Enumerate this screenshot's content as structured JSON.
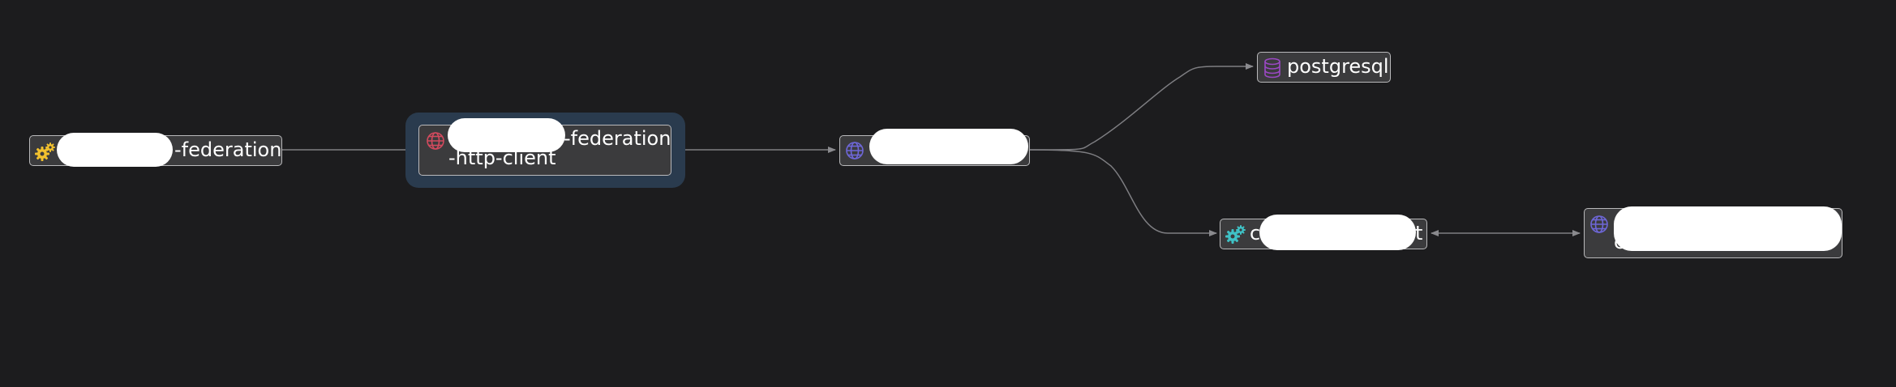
{
  "colors": {
    "background": "#1c1c1e",
    "node_fill": "#3b3b3d",
    "node_border": "#b9b9bb",
    "edge": "#7e7e82",
    "selection_halo": "#2a3b4e",
    "icon_gear_yellow": "#f2c12e",
    "icon_globe_red": "#d24a5e",
    "icon_globe_blue": "#6e67d8",
    "icon_db_purple": "#9b48c4",
    "icon_gear_teal": "#3fc2c6"
  },
  "nodes": [
    {
      "id": "n1",
      "icon": "gear-icon",
      "label": "-federation"
    },
    {
      "id": "n2",
      "icon": "globe-icon",
      "label_line1": "-federation",
      "label_line2": "-http-client",
      "selected": true
    },
    {
      "id": "n3",
      "icon": "globe-icon",
      "label": ""
    },
    {
      "id": "n4",
      "icon": "database-icon",
      "label": "postgresql"
    },
    {
      "id": "n5",
      "icon": "gear-icon",
      "label_prefix": "c",
      "label_suffix": "t"
    },
    {
      "id": "n6",
      "icon": "globe-icon",
      "label_line1": "",
      "label_line2": "c"
    }
  ],
  "edges": [
    {
      "from": "n1",
      "to": "n2"
    },
    {
      "from": "n2",
      "to": "n3"
    },
    {
      "from": "n3",
      "to": "n4"
    },
    {
      "from": "n3",
      "to": "n5"
    },
    {
      "from": "n5",
      "to": "n6",
      "bidirectional": true
    }
  ]
}
